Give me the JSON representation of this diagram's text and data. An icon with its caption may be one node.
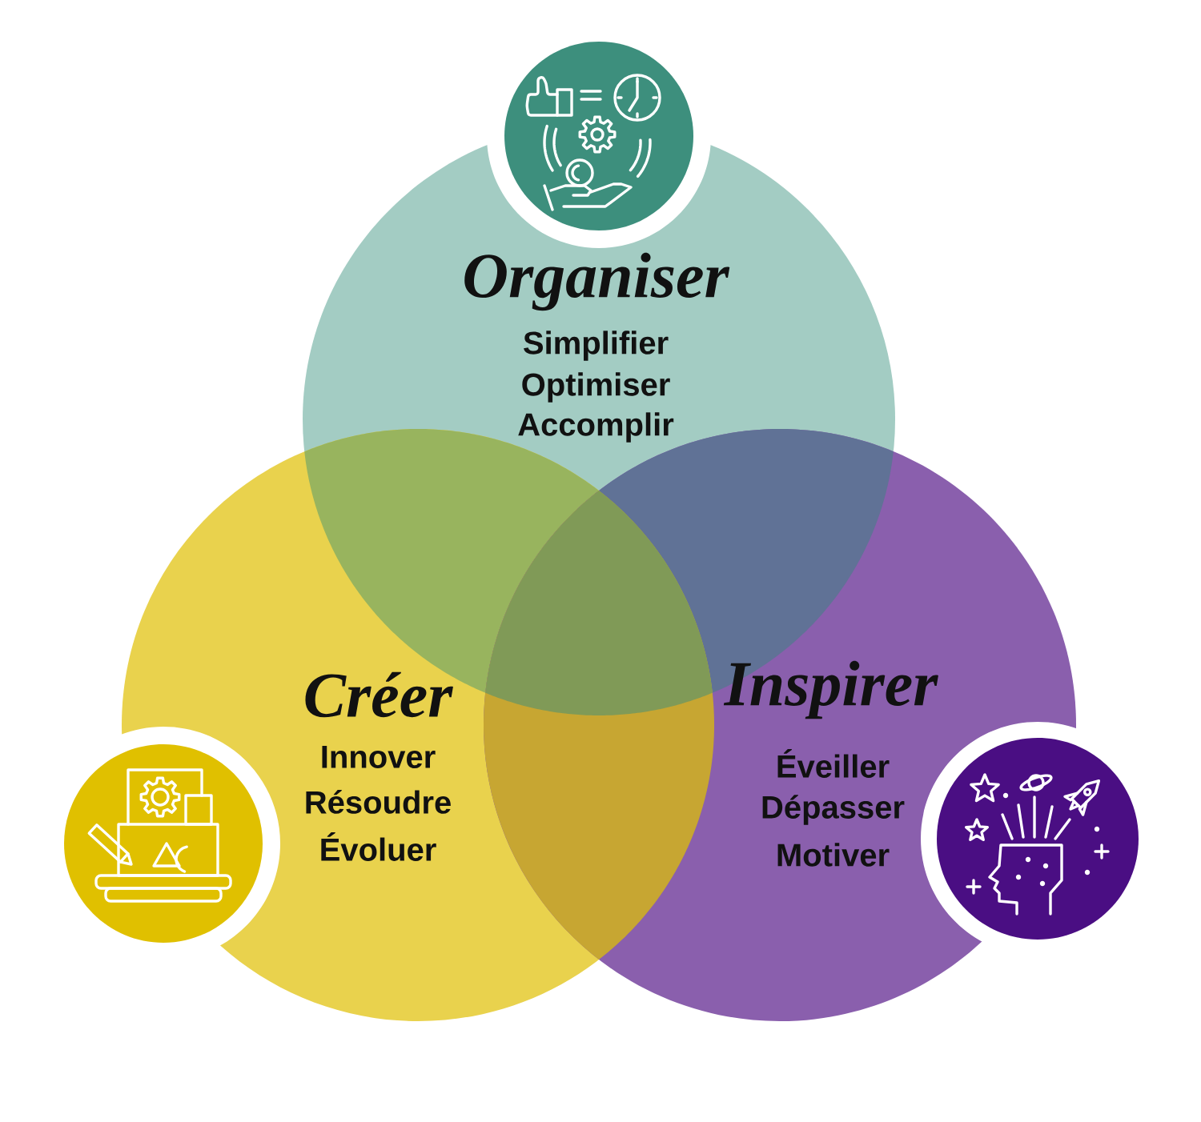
{
  "diagram": {
    "nodes": [
      {
        "text": [],
        "shape": "circle"
      },
      {
        "text": [
          "Organiser",
          "Simplifier",
          "Optimiser",
          "Accomplir"
        ]
      },
      {
        "text": [
          "Créer",
          "Innover",
          "Résoudre",
          "Évoluer"
        ]
      },
      {
        "text": [
          "Inspirer",
          "Éveiller",
          "Dépasser",
          "Motiver"
        ]
      },
      {
        "text": [],
        "shape": "circle"
      },
      {
        "text": [],
        "shape": "circle"
      }
    ]
  }
}
